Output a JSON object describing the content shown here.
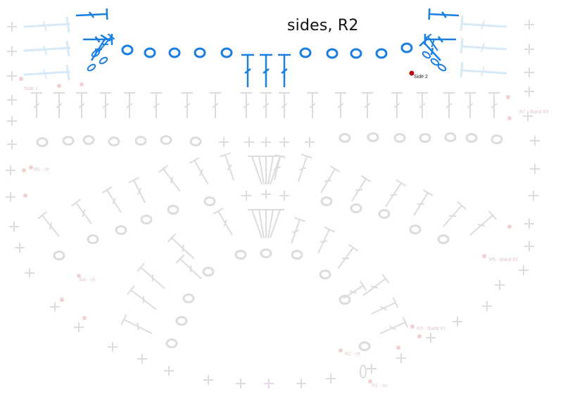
{
  "title": "sides, R2",
  "labels": {
    "side1": "Side 1",
    "side2": "Side 2",
    "r5ch": "R5 - ch",
    "r4ch": "R4 - ch",
    "r2ch": "R2 - ch",
    "r1sc": "R1 - sc",
    "r3band1": "R3 - Band #1",
    "r5band2": "R5 - Band #2",
    "r7band3": "R7 - Band #3"
  },
  "colors": {
    "active": "#1a7fe0",
    "pale_blue": "#d6e9f7",
    "grey": "#dcdcdc",
    "marker_faint": "#f3d0d0",
    "marker_active": "#b01010"
  },
  "stitch_symbols": [
    "chain-oval",
    "double-crochet",
    "single-crochet-plus",
    "slip-stitch-dot"
  ]
}
